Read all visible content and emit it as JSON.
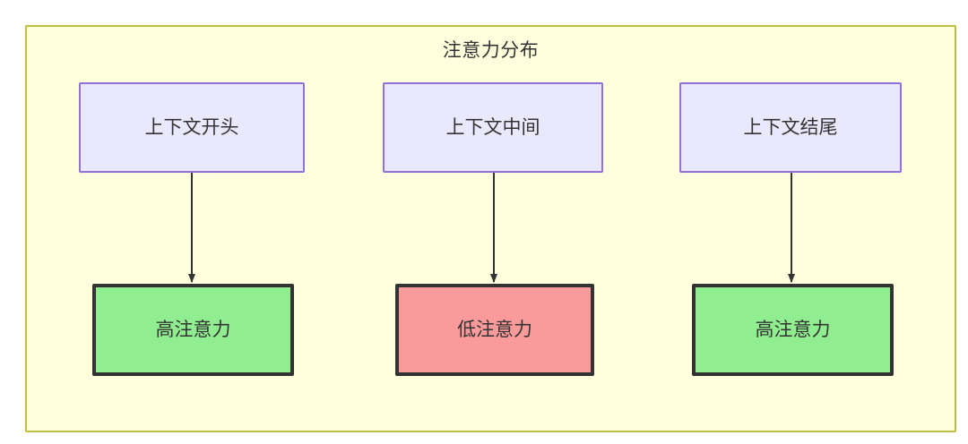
{
  "diagram": {
    "title": "注意力分布",
    "background_color": "#ffffde",
    "border_color": "#bfbf3f",
    "columns": [
      {
        "id": "start",
        "context": {
          "label": "上下文开头",
          "fill": "#eae8fd",
          "stroke": "#9370db"
        },
        "attention": {
          "label": "高注意力",
          "fill": "#90ee90",
          "stroke": "#333333",
          "level": "high"
        },
        "edge": {
          "label": "",
          "arrow": "arrow-down-icon"
        }
      },
      {
        "id": "middle",
        "context": {
          "label": "上下文中间",
          "fill": "#eae8fd",
          "stroke": "#9370db"
        },
        "attention": {
          "label": "低注意力",
          "fill": "#fa9a9a",
          "stroke": "#333333",
          "level": "low"
        },
        "edge": {
          "label": "",
          "arrow": "arrow-down-icon"
        }
      },
      {
        "id": "end",
        "context": {
          "label": "上下文结尾",
          "fill": "#eae8fd",
          "stroke": "#9370db"
        },
        "attention": {
          "label": "高注意力",
          "fill": "#90ee90",
          "stroke": "#333333",
          "level": "high"
        },
        "edge": {
          "label": "",
          "arrow": "arrow-down-icon"
        }
      }
    ]
  }
}
